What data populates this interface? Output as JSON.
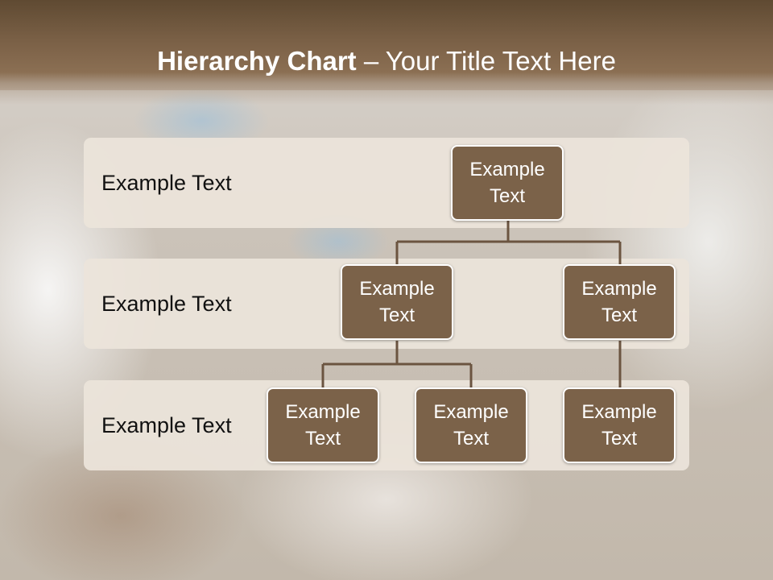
{
  "slide": {
    "title_bold": "Hierarchy Chart",
    "title_rest": " – Your Title Text Here"
  },
  "bands": [
    {
      "label": "Example Text"
    },
    {
      "label": "Example Text"
    },
    {
      "label": "Example Text"
    }
  ],
  "nodes": {
    "root": "Example Text",
    "level2_left": "Example Text",
    "level2_right": "Example Text",
    "level3_a": "Example Text",
    "level3_b": "Example Text",
    "level3_c": "Example Text"
  },
  "colors": {
    "header": "#7a6046",
    "node_fill": "#7b6249",
    "node_border": "#ffffff",
    "band_fill": "#ece4da",
    "connector": "#6b5440"
  }
}
